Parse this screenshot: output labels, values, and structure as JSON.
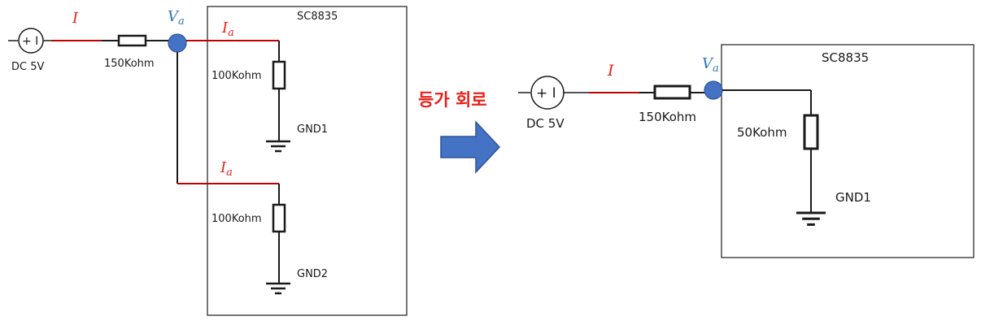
{
  "left_circuit": {
    "source_label": "DC 5V",
    "source_symbol": "+ I",
    "series_resistor": "150Kohm",
    "current_main": "I",
    "node_voltage": {
      "base": "V",
      "sub": "a"
    },
    "ic_label": "SC8835",
    "branch_current_1": {
      "base": "I",
      "sub": "a"
    },
    "branch_current_2": {
      "base": "I",
      "sub": "a"
    },
    "resistor_1": "100Kohm",
    "resistor_2": "100Kohm",
    "ground_1": "GND1",
    "ground_2": "GND2"
  },
  "transition": {
    "label": "등가 회로",
    "arrow_color": "#4472c4"
  },
  "right_circuit": {
    "source_label": "DC 5V",
    "source_symbol": "+ I",
    "series_resistor": "150Kohm",
    "current_main": "I",
    "node_voltage": {
      "base": "V",
      "sub": "a"
    },
    "ic_label": "SC8835",
    "resistor": "50Kohm",
    "ground": "GND1"
  },
  "colors": {
    "wire": "#1a1a1a",
    "current_wire": "#c00000",
    "current_text": "#e8201a",
    "node_fill": "#4472c4",
    "node_text": "#2e75b6"
  }
}
